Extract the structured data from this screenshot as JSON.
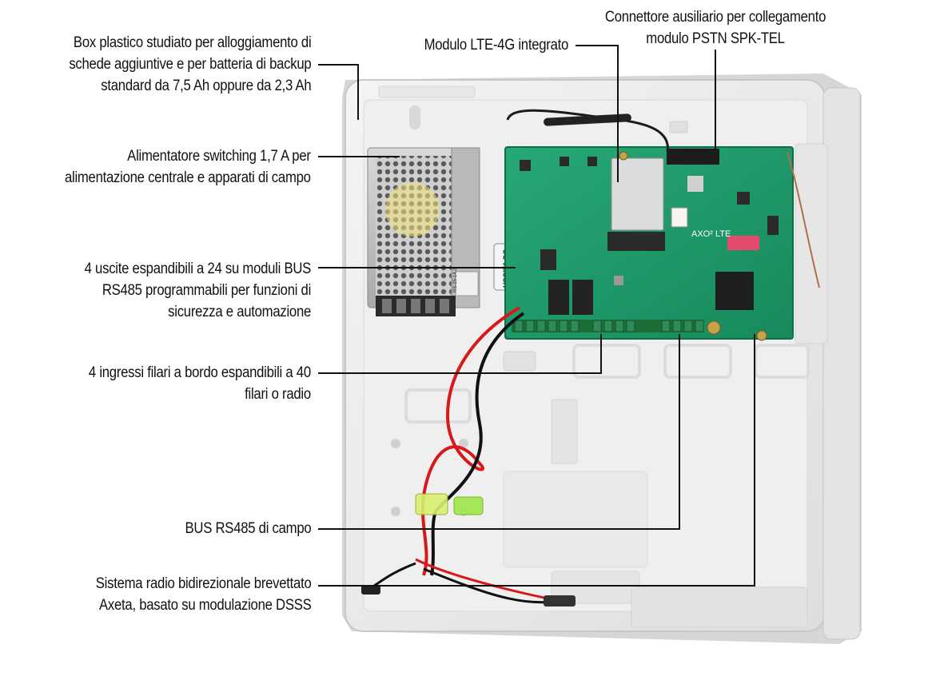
{
  "callouts": {
    "box": [
      "Box plastico studiato per alloggiamento di",
      "schede aggiuntive e per batteria di backup",
      "standard da 7,5 Ah oppure da 2,3 Ah"
    ],
    "psu": [
      "Alimentatore  switching 1,7 A per",
      "alimentazione centrale e apparati di campo"
    ],
    "outputs": [
      "4 uscite espandibili a 24 su moduli BUS",
      "RS485 programmabili per funzioni di",
      "sicurezza e automazione"
    ],
    "inputs": [
      "4 ingressi filari  a bordo espandibili a 40",
      "filari o radio"
    ],
    "bus": [
      "BUS RS485 di campo"
    ],
    "radio": [
      "Sistema radio bidirezionale brevettato",
      "Axeta, basato su modulazione DSSS"
    ],
    "lte": [
      "Modulo LTE-4G integrato"
    ],
    "connector": [
      "Connettore ausiliario per collegamento",
      "modulo PSTN SPK-TEL"
    ]
  },
  "device": {
    "board_label": "AXO² LTE",
    "psu_model": "RS-25-14.2",
    "fuse_label": "USCITA DC"
  },
  "colors": {
    "pcb": "#1f9a6a",
    "enclosure": "#ececec",
    "wire_red": "#d8191c",
    "wire_black": "#111111",
    "leader": "#111111"
  }
}
